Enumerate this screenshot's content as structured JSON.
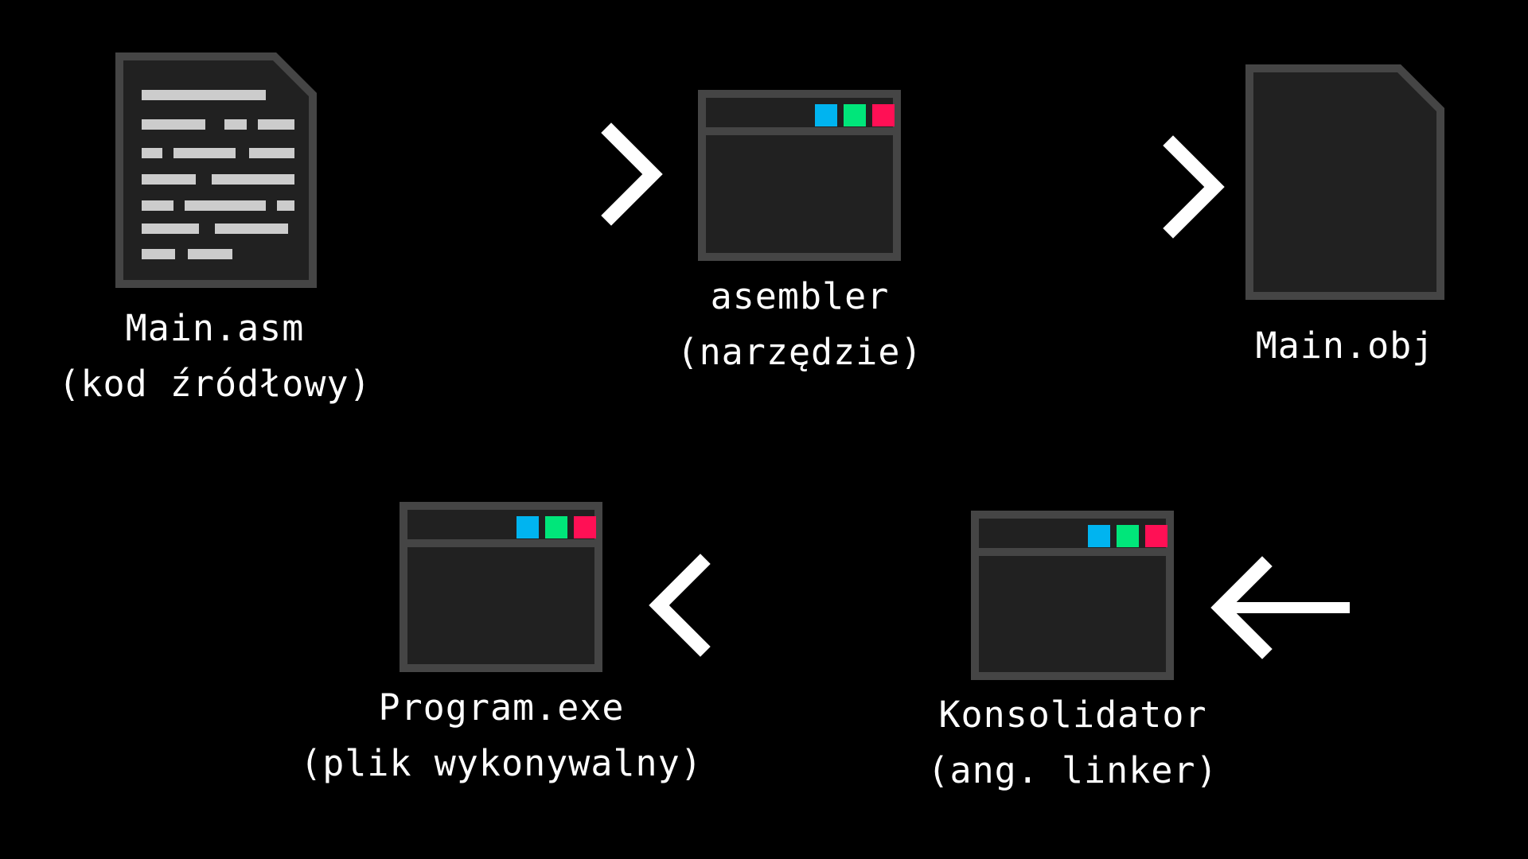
{
  "nodes": {
    "source": {
      "name": "Main.asm",
      "desc": "(kod źródłowy)"
    },
    "assembler": {
      "name": "asembler",
      "desc": "(narzędzie)"
    },
    "object": {
      "name": "Main.obj",
      "desc": ""
    },
    "linker": {
      "name": "Konsolidator",
      "desc": "(ang. linker)"
    },
    "program": {
      "name": "Program.exe",
      "desc": "(plik wykonywalny)"
    }
  },
  "icons": {
    "source": "text-document-icon",
    "assembler": "application-window-icon",
    "object": "blank-document-icon",
    "linker": "application-window-icon",
    "program": "application-window-icon"
  },
  "colors": {
    "background": "#000000",
    "icon_fill": "#212121",
    "icon_border": "#454545",
    "text_lines": "#cccccc",
    "arrow": "#ffffff",
    "window_button_blue": "#00b4f0",
    "window_button_green": "#00e67a",
    "window_button_red": "#ff1055"
  }
}
